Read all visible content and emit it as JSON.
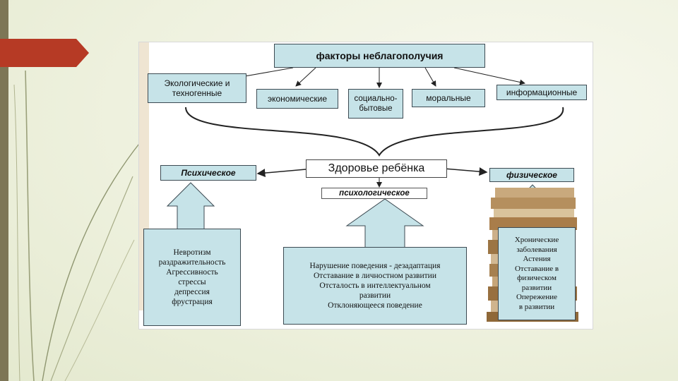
{
  "diagram": {
    "top": {
      "label": "факторы неблагополучия"
    },
    "factors": [
      {
        "label": "Экологические и техногенные"
      },
      {
        "label": "экономические"
      },
      {
        "label": "социально-бытовые"
      },
      {
        "label": "моральные"
      },
      {
        "label": "информационные"
      }
    ],
    "center": {
      "label": "Здоровье ребёнка"
    },
    "branches": {
      "left": {
        "label": "Психическое"
      },
      "middle": {
        "label": "психологическое"
      },
      "right": {
        "label": "физическое"
      }
    },
    "details": {
      "left": [
        "Невротизм",
        "раздражительность",
        "Агрессивность",
        "стрессы",
        "депрессия",
        "фрустрация"
      ],
      "middle": [
        "Нарушение поведения - дезадаптация",
        "Отставание в личностном развитии",
        "Отсталость в интеллектуальном",
        "развитии",
        "Отклоняющееся поведение"
      ],
      "right": [
        "Хронические",
        "заболевания",
        "Астения",
        "Отставание в",
        "физическом",
        "развитии",
        "Опережение",
        "в развитии"
      ]
    }
  },
  "colors": {
    "box_fill": "#c6e3e8",
    "box_border": "#3c4a52",
    "banner": "#b63a25",
    "left_band": "#7d7656"
  },
  "icons": {
    "banner": "banner-arrow-shape",
    "books": "book-stack-picture"
  }
}
